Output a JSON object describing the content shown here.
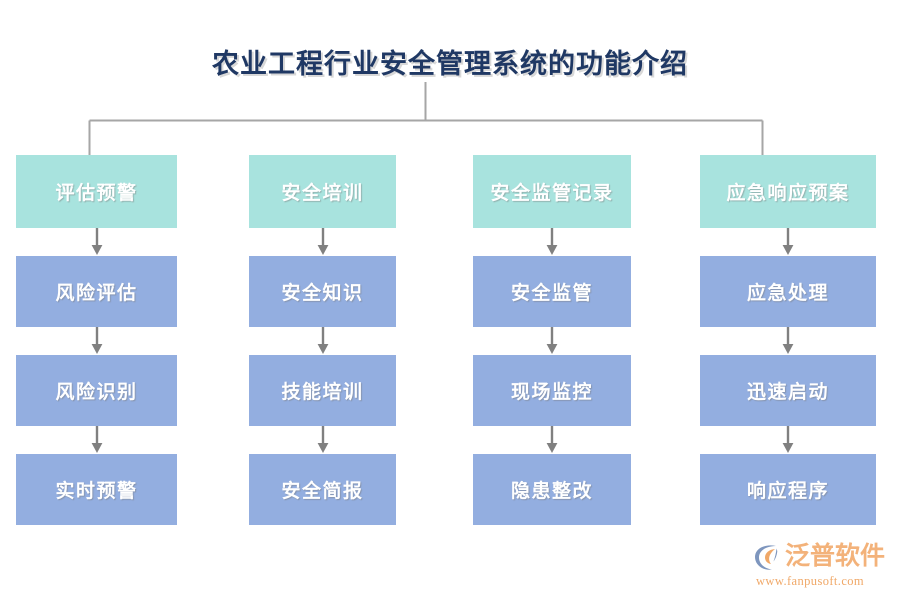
{
  "title": "农业工程行业安全管理系统的功能介绍",
  "colors": {
    "title_text": "#1F3864",
    "header_box": "#A8E3DE",
    "node_box": "#93AEE0",
    "box_text": "#FFFFFF",
    "connector": "#A6A6A6",
    "arrow": "#808080",
    "logo_text": "#F3B27A",
    "background": "#FFFFFF"
  },
  "columns": [
    {
      "header": "评估预警",
      "nodes": [
        "风险评估",
        "风险识别",
        "实时预警"
      ]
    },
    {
      "header": "安全培训",
      "nodes": [
        "安全知识",
        "技能培训",
        "安全简报"
      ]
    },
    {
      "header": "安全监管记录",
      "nodes": [
        "安全监管",
        "现场监控",
        "隐患整改"
      ]
    },
    {
      "header": "应急响应预案",
      "nodes": [
        "应急处理",
        "迅速启动",
        "响应程序"
      ]
    }
  ],
  "logo": {
    "name": "泛普软件",
    "url": "www.fanpusoft.com"
  }
}
